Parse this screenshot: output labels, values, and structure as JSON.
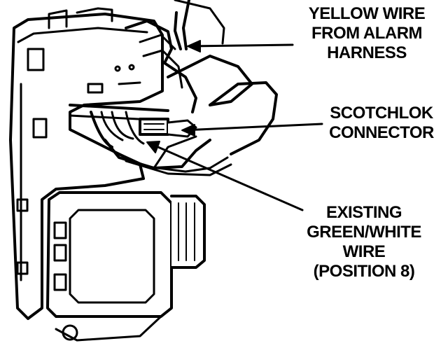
{
  "diagram": {
    "callouts": [
      {
        "id": "yellow",
        "lines": [
          "YELLOW WIRE",
          "FROM ALARM",
          "HARNESS"
        ]
      },
      {
        "id": "scotch",
        "lines": [
          "SCOTCHLOK",
          "CONNECTOR"
        ]
      },
      {
        "id": "green",
        "lines": [
          "EXISTING",
          "GREEN/WHITE",
          "WIRE",
          "(POSITION 8)"
        ]
      }
    ],
    "colors": {
      "ink": "#000000",
      "paper": "#ffffff"
    }
  }
}
